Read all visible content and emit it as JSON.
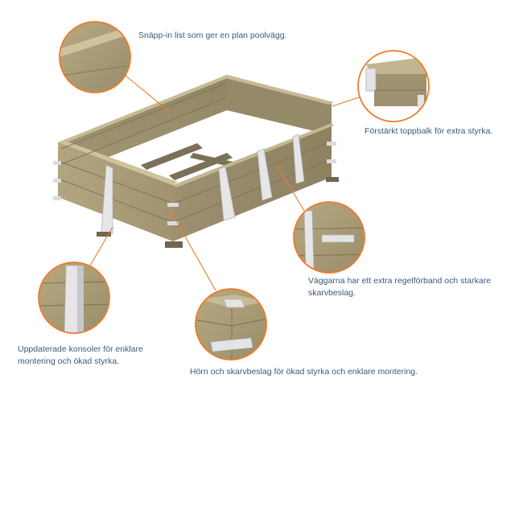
{
  "colors": {
    "accent": "#f07a2c",
    "text": "#3a5a7a",
    "wood": "#a89870",
    "metal": "#e4e4e6"
  },
  "callouts": [
    {
      "id": "snap-in-list",
      "text": "Snäpp-in list som ger en plan poolvägg."
    },
    {
      "id": "top-beam",
      "text": "Förstärkt toppbalk för extra styrka."
    },
    {
      "id": "wall-reinforcement",
      "text": "Väggarna har ett extra regelförband och starkare skarvbeslag."
    },
    {
      "id": "brackets",
      "text": "Uppdaterade konsoler för enklare montering och ökad styrka."
    },
    {
      "id": "corner-fittings",
      "text": "Hörn och skarvbeslag för ökad styrka och enklare montering."
    }
  ]
}
